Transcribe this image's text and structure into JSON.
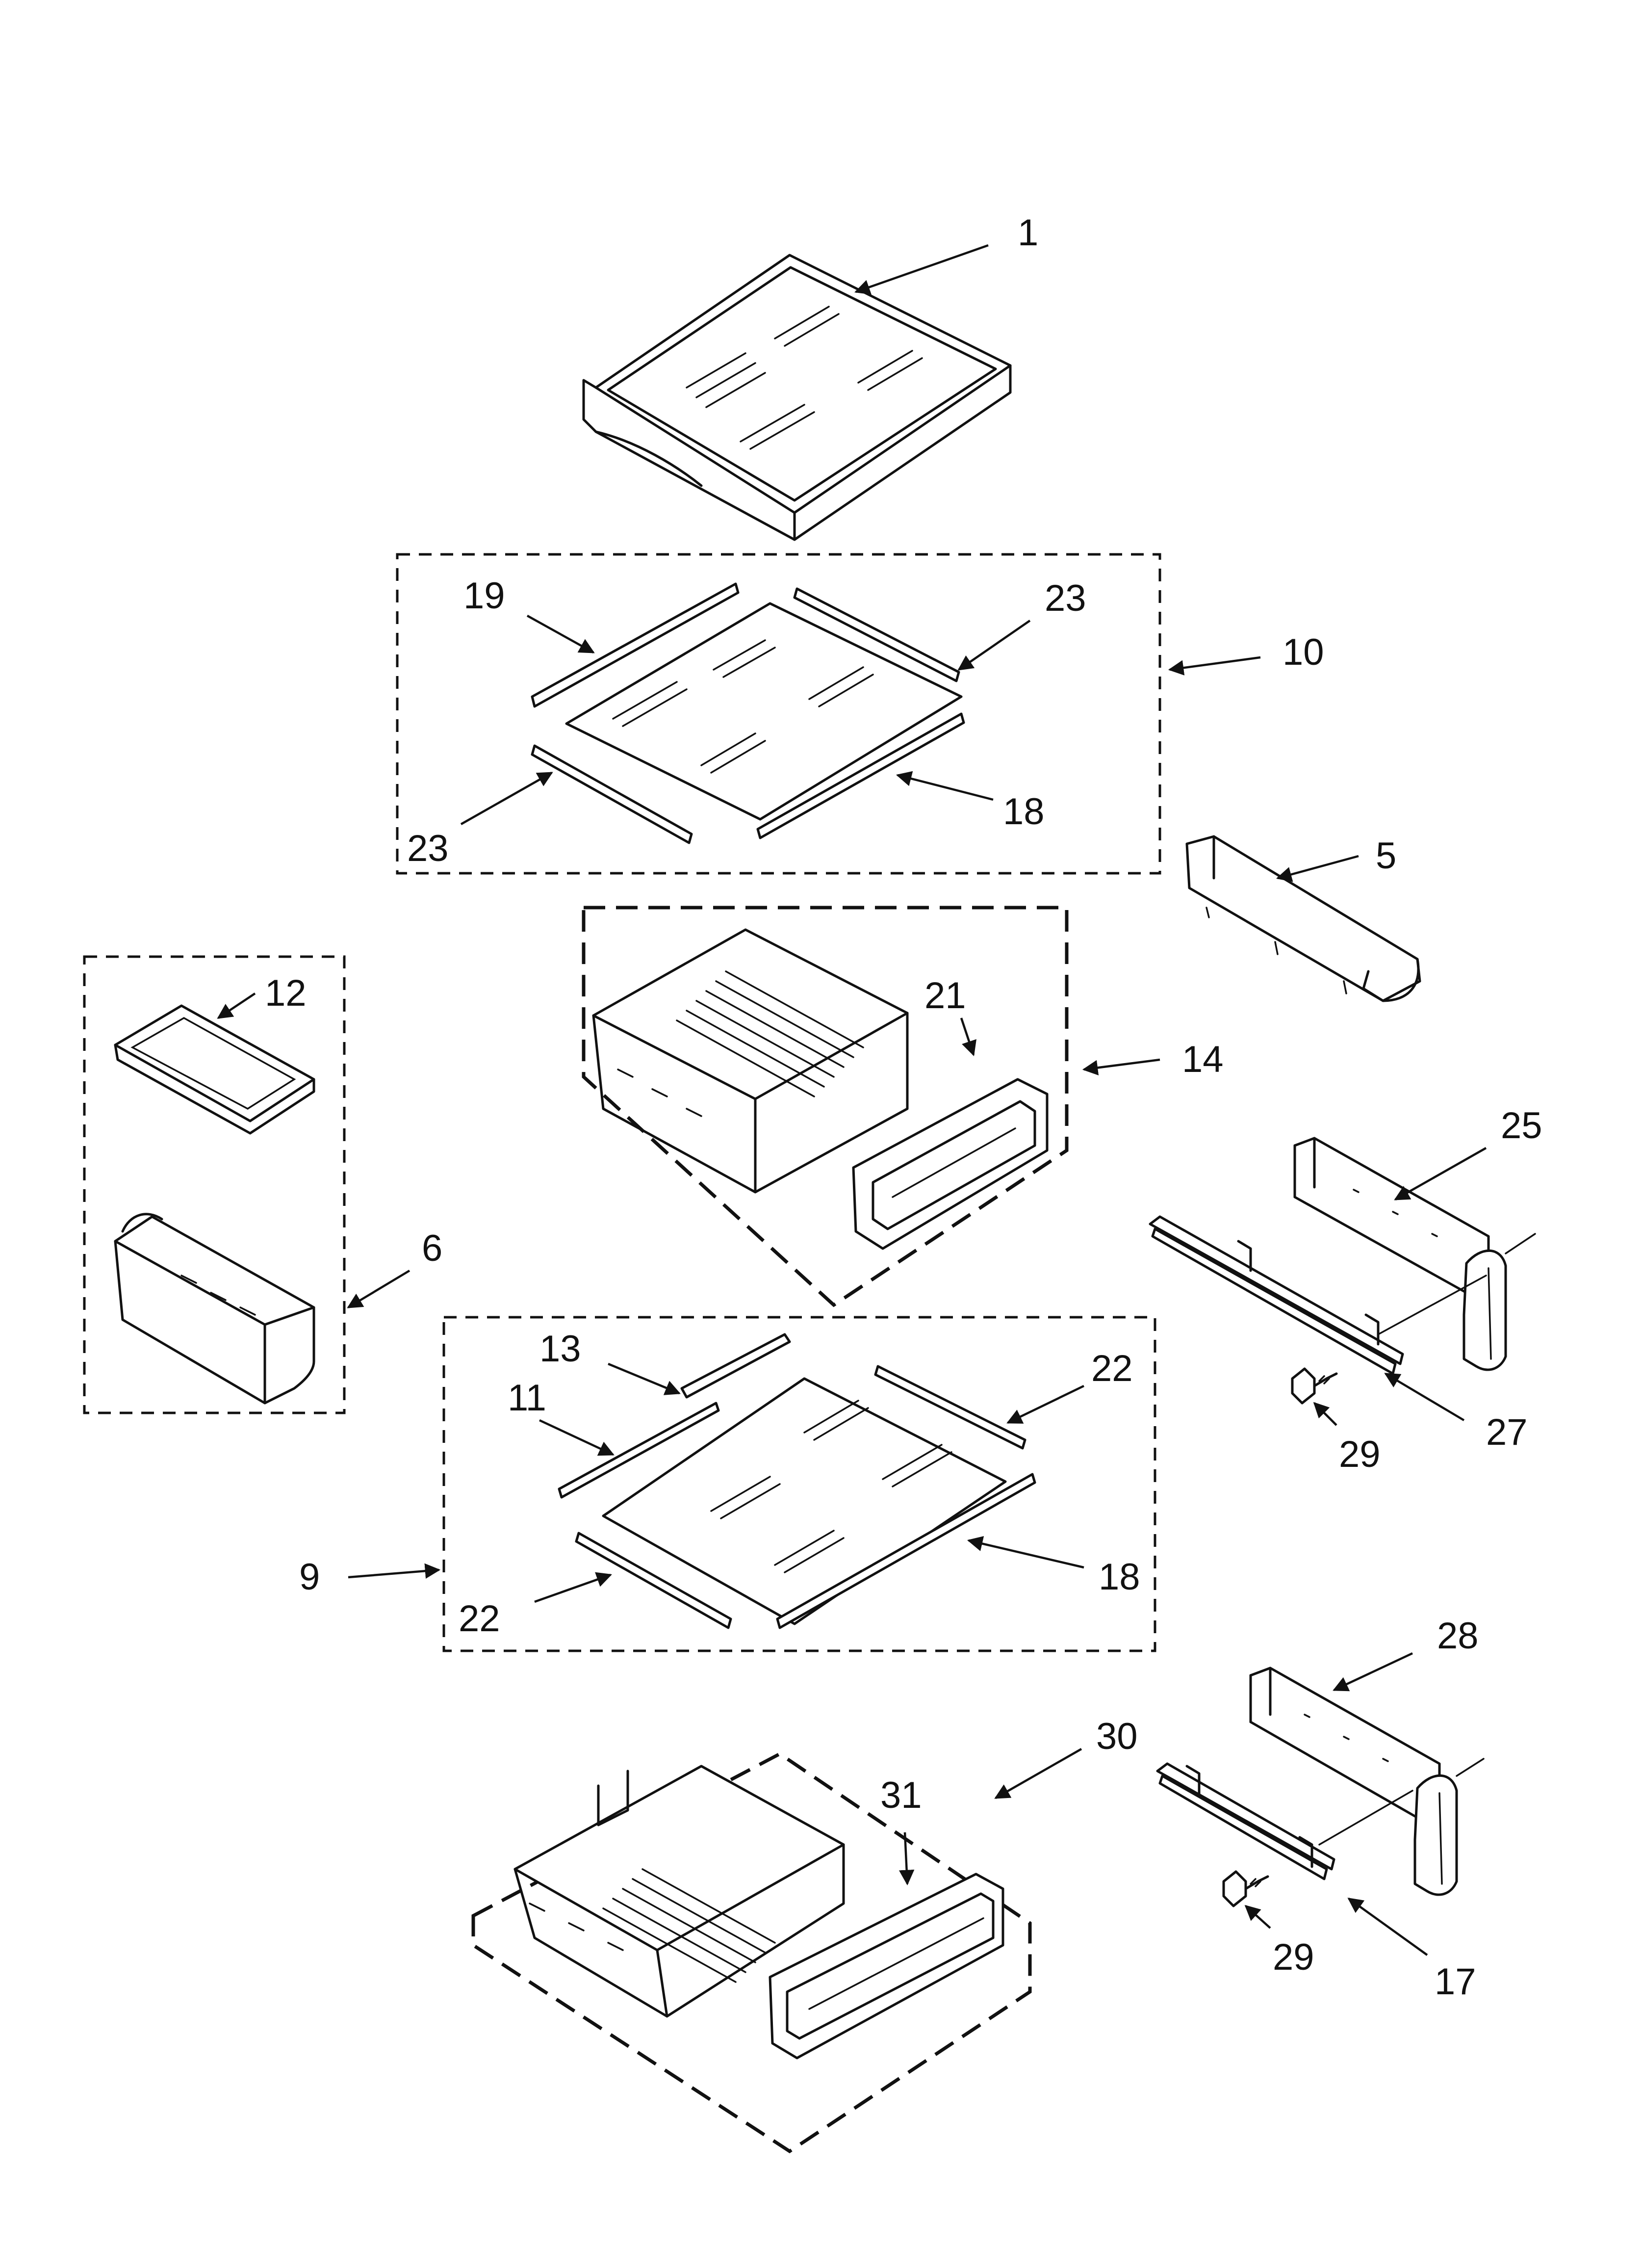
{
  "callouts": {
    "c1": "1",
    "c19": "19",
    "c23a": "23",
    "c10": "10",
    "c23b": "23",
    "c18a": "18",
    "c5": "5",
    "c12": "12",
    "c21": "21",
    "c14": "14",
    "c6": "6",
    "c25": "25",
    "c13": "13",
    "c11": "11",
    "c22a": "22",
    "c27": "27",
    "c29a": "29",
    "c9": "9",
    "c18b": "18",
    "c22b": "22",
    "c28": "28",
    "c30": "30",
    "c31": "31",
    "c29b": "29",
    "c17": "17"
  }
}
